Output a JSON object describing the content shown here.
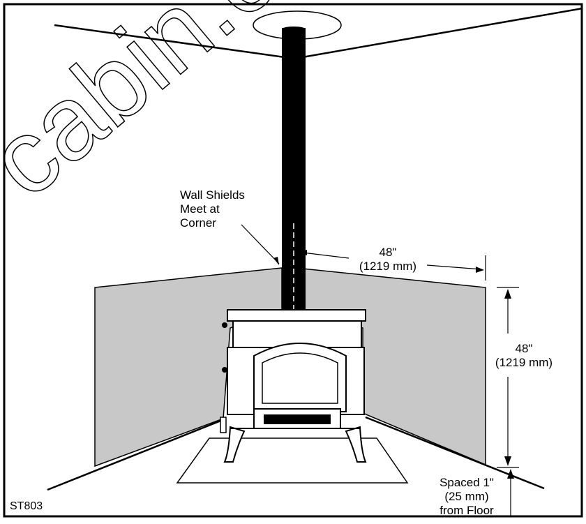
{
  "diagram": {
    "labels": {
      "wall_shields": [
        "Wall Shields",
        "Meet at",
        "Corner"
      ],
      "horizontal_dim": [
        "48\"",
        "(1219 mm)"
      ],
      "vertical_dim": [
        "48\"",
        "(1219 mm)"
      ],
      "floor_spacing": [
        "Spaced 1\"",
        "(25 mm)",
        "from Floor"
      ],
      "figure_code": "ST803"
    },
    "watermark": "cabin.co",
    "colors": {
      "wall_shield_fill": "#c8c8c8",
      "line": "#000000",
      "background": "#ffffff"
    }
  }
}
